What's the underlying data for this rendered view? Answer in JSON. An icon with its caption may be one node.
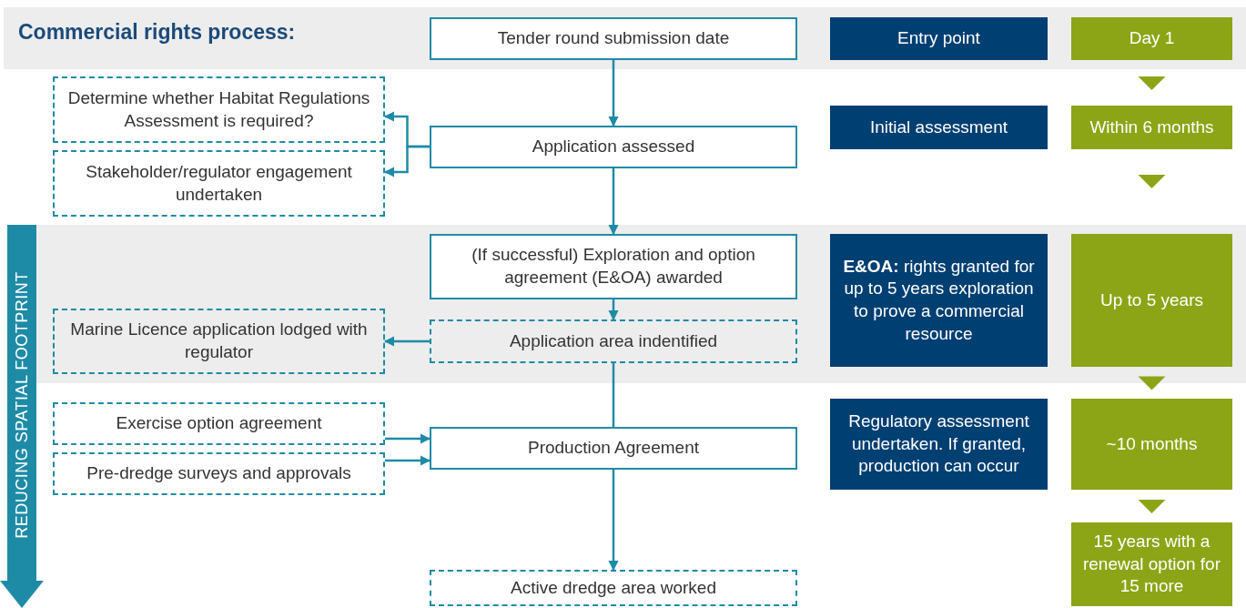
{
  "diagram": {
    "title": "Commercial rights process:",
    "nodes": [
      {
        "text": [
          "Tender round submission date"
        ]
      },
      {
        "text": [
          "Application assessed"
        ]
      },
      {
        "text": [
          "Determine whether Habitat Regulations Assessment is required?"
        ]
      },
      {
        "text": [
          "Stakeholder/regulator engagement undertaken"
        ]
      },
      {
        "text": [
          "(If successful) Exploration and option agreement (E&OA) awarded"
        ]
      },
      {
        "text": [
          "Application area indentified"
        ]
      },
      {
        "text": [
          "Marine Licence application lodged with regulator"
        ]
      },
      {
        "text": [
          "Production Agreement"
        ]
      },
      {
        "text": [
          "Exercise option agreement"
        ]
      },
      {
        "text": [
          "Pre-dredge surveys and approvals"
        ]
      },
      {
        "text": [
          "Active dredge area worked"
        ]
      },
      {
        "text": [
          "Entry point"
        ]
      },
      {
        "text": [
          "Initial assessment"
        ]
      },
      {
        "text": [
          "**E&OA:** rights granted for up to 5 years exploration to prove a commercial resource"
        ]
      },
      {
        "text": [
          "Regulatory assessment undertaken. If granted, production can occur"
        ]
      },
      {
        "text": [
          "Day 1"
        ]
      },
      {
        "text": [
          "Within 6 months"
        ]
      },
      {
        "text": [
          "Up to 5 years"
        ]
      },
      {
        "text": [
          "~10 months"
        ]
      },
      {
        "text": [
          "15 years with a renewal option for 15 more"
        ]
      }
    ],
    "edges": [
      {
        "from": 0,
        "to": 1,
        "arrow": "to"
      },
      {
        "from": 1,
        "to": 2,
        "arrow": "to"
      },
      {
        "from": 1,
        "to": 3,
        "arrow": "to"
      },
      {
        "from": 1,
        "to": 4,
        "arrow": "to"
      },
      {
        "from": 4,
        "to": 5,
        "arrow": "to"
      },
      {
        "from": 5,
        "to": 6,
        "arrow": "to"
      },
      {
        "from": 5,
        "to": 7,
        "arrow": "none"
      },
      {
        "from": 8,
        "to": 7,
        "arrow": "to"
      },
      {
        "from": 9,
        "to": 7,
        "arrow": "to"
      },
      {
        "from": 7,
        "to": 10,
        "arrow": "to"
      },
      {
        "from": 15,
        "to": 16,
        "arrow": "to",
        "color": "#8ba516"
      },
      {
        "from": 16,
        "to": 17,
        "arrow": "to",
        "color": "#8ba516"
      },
      {
        "from": 17,
        "to": 18,
        "arrow": "to",
        "color": "#8ba516"
      },
      {
        "from": 18,
        "to": 19,
        "arrow": "to",
        "color": "#8ba516"
      }
    ],
    "labels": [
      "REDUCING SPATIAL FOOTPRINT"
    ]
  }
}
